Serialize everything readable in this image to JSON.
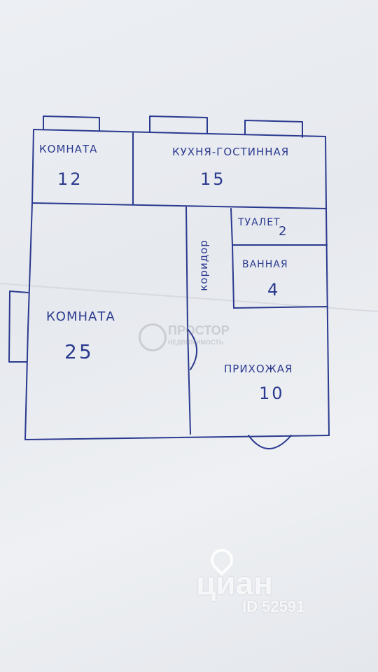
{
  "rooms": {
    "room_small": {
      "name": "КОМНАТА",
      "area": "12"
    },
    "kitchen": {
      "name": "КУХНЯ-ГОСТИННАЯ",
      "area": "15"
    },
    "toilet": {
      "name": "ТУАЛЕТ",
      "area": "2"
    },
    "bathroom": {
      "name": "ВАННАЯ",
      "area": "4"
    },
    "corridor": {
      "name": "коридор"
    },
    "room_large": {
      "name": "КОМНАТА",
      "area": "25"
    },
    "hallway": {
      "name": "ПРИХОЖАЯ",
      "area": "10"
    }
  },
  "watermarks": {
    "prostor_title": "ПРОСТОР",
    "prostor_subtitle": "НЕДВИЖИМОСТЬ",
    "cian_logo": "циан",
    "cian_id": "ID 52591"
  },
  "colors": {
    "ink": "#2b3a8f",
    "paper": "#e9ecf0"
  }
}
